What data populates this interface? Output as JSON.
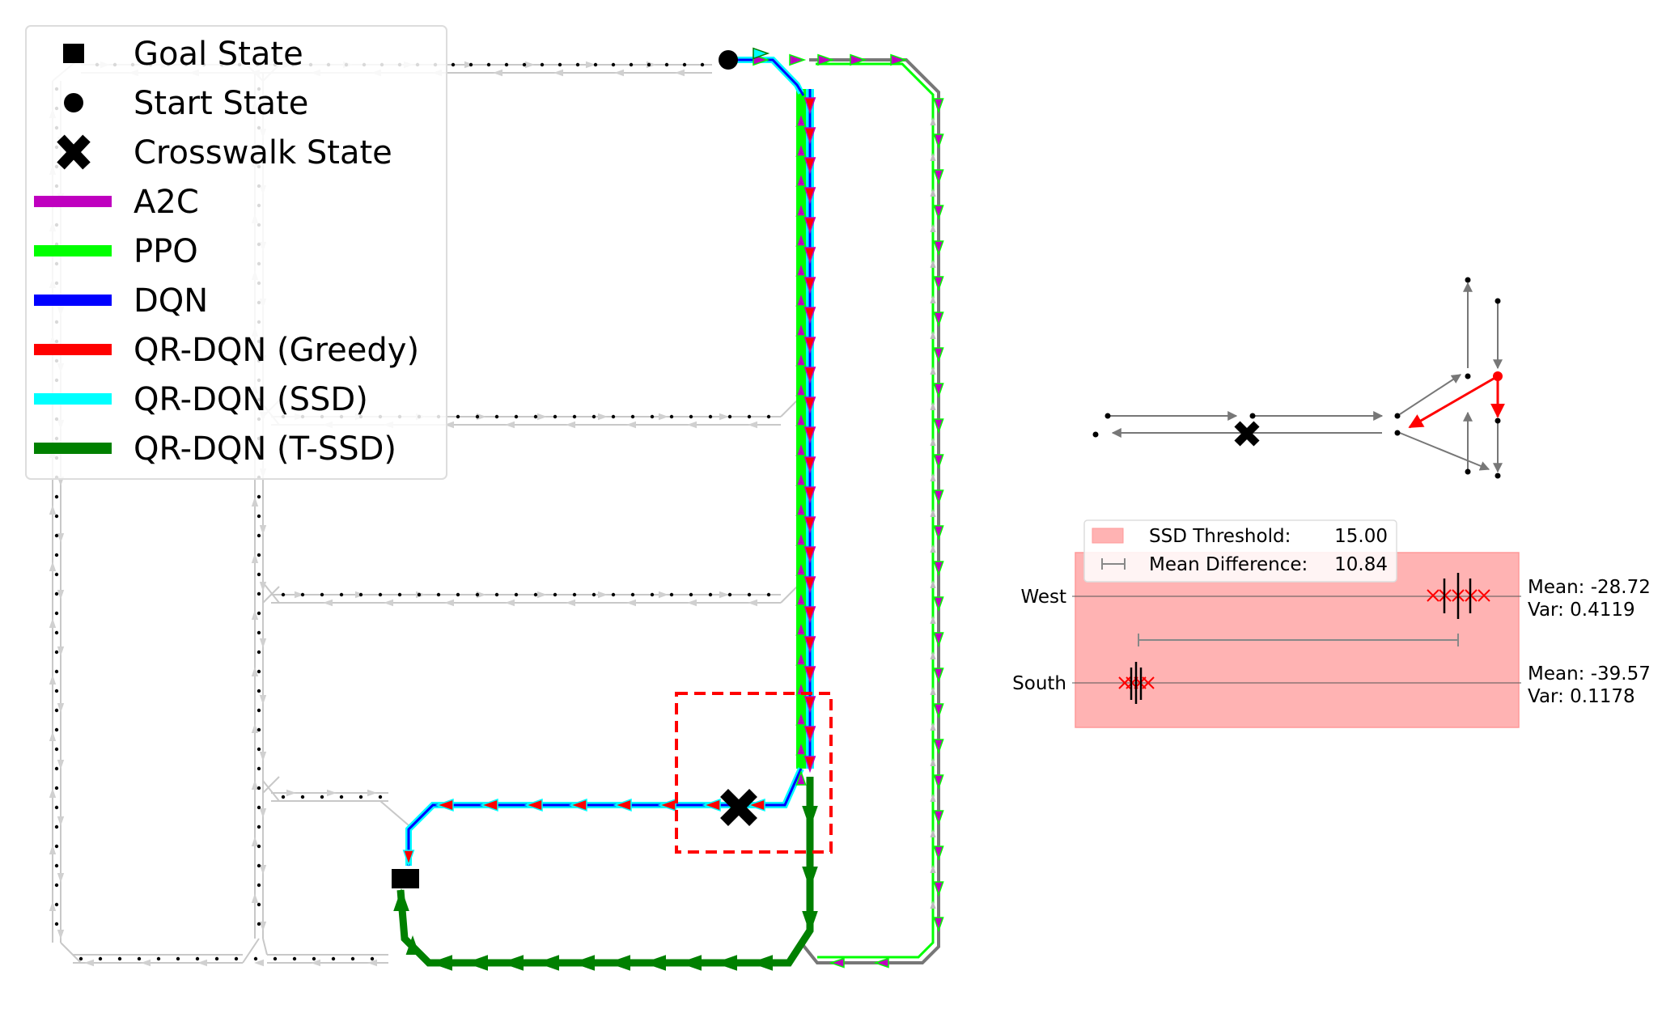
{
  "legend": [
    {
      "label": "Goal State",
      "marker": "square"
    },
    {
      "label": "Start State",
      "marker": "circle"
    },
    {
      "label": "Crosswalk State",
      "marker": "x"
    },
    {
      "label": "A2C",
      "color": "#bf00bf"
    },
    {
      "label": "PPO",
      "color": "#00ff00"
    },
    {
      "label": "DQN",
      "color": "#0000ff"
    },
    {
      "label": "QR-DQN (Greedy)",
      "color": "#ff0000"
    },
    {
      "label": "QR-DQN (SSD)",
      "color": "#00ffff"
    },
    {
      "label": "QR-DQN (T-SSD)",
      "color": "#008000"
    }
  ],
  "colors": {
    "a2c": "#bf00bf",
    "ppo": "#00ff00",
    "dqn": "#0000ff",
    "greedy": "#ff0000",
    "ssd": "#00ffff",
    "tssd": "#008000",
    "road": "#c8c8c8",
    "threshold_fill": "#ffb3b3",
    "highlight": "#ff0000"
  },
  "inset": {
    "legend": {
      "threshold_label": "SSD Threshold:",
      "threshold_value": "15.00",
      "diff_label": "Mean Difference:",
      "diff_value": "10.84"
    },
    "rows": [
      {
        "name": "West",
        "mean": "Mean: -28.72",
        "var": "Var: 0.4119"
      },
      {
        "name": "South",
        "mean": "Mean: -39.57",
        "var": "Var: 0.1178"
      }
    ]
  }
}
